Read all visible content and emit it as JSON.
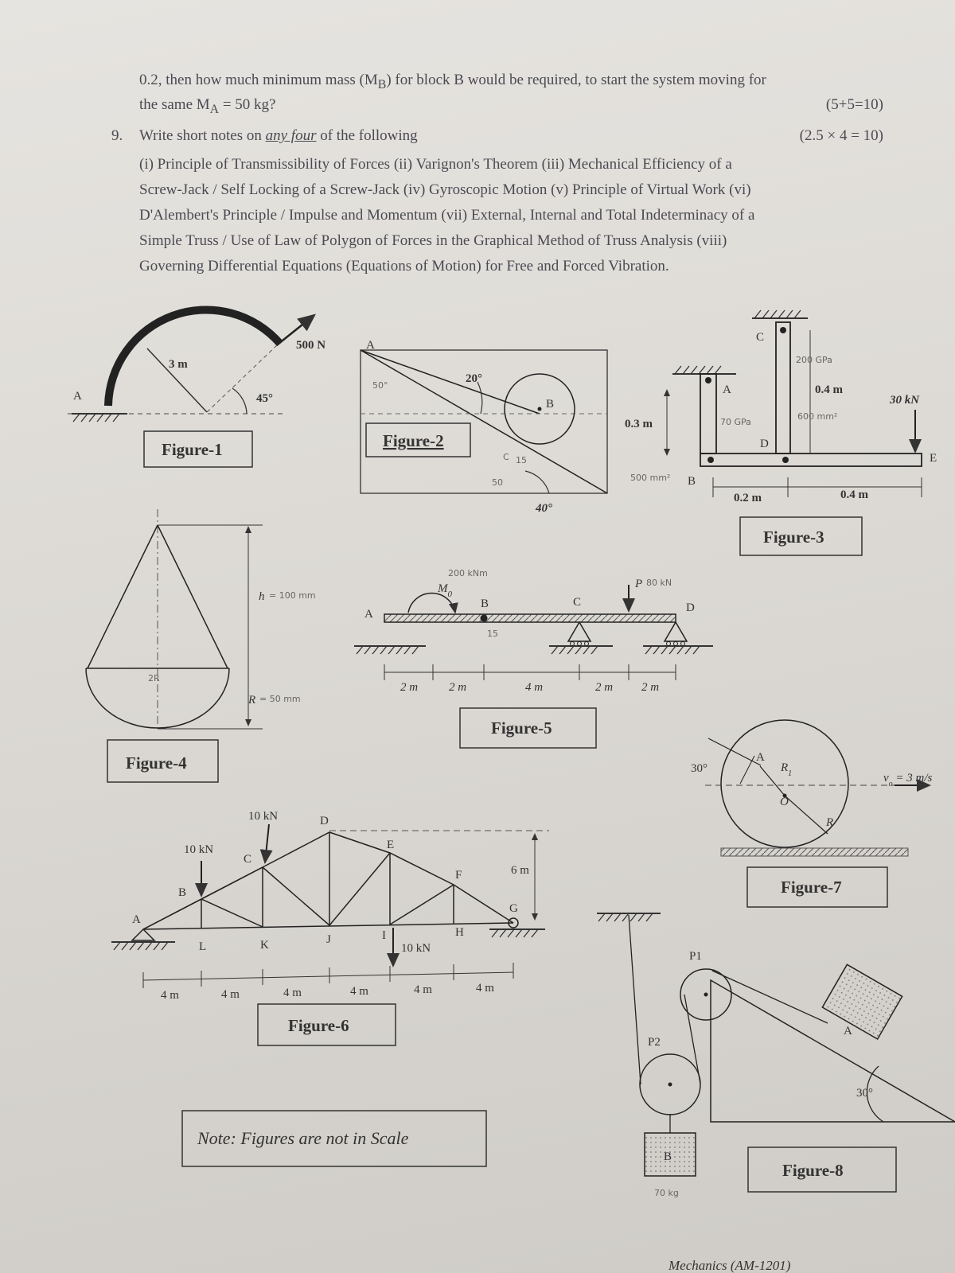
{
  "intro": {
    "line1": "0.2, then how much minimum mass (M",
    "line1_sub": "B",
    "line1_rest": ") for block B would be required, to start the system moving for",
    "line2": "the same M",
    "line2_sub": "A",
    "line2_rest": " = 50 kg?",
    "marks": "(5+5=10)"
  },
  "question9": {
    "number": "9.",
    "text": "Write short notes on",
    "emph": "any four",
    "text_rest": "of the following",
    "marks": "(2.5 × 4 = 10)",
    "items": [
      "(i) Principle of Transmissibility of Forces (ii) Varignon's Theorem (iii) Mechanical Efficiency of a",
      "Screw-Jack / Self Locking of a Screw-Jack (iv) Gyroscopic Motion (v) Principle of Virtual Work (vi)",
      "D'Alembert's Principle / Impulse and Momentum (vii) External, Internal and Total Indeterminacy of a",
      "Simple Truss / Use of Law of Polygon of Forces in the Graphical Method of Truss Analysis (viii)",
      "Governing Differential Equations (Equations of Motion) for Free and Forced Vibration."
    ]
  },
  "figure1": {
    "caption": "Figure-1",
    "point_a": "A",
    "radius": "3 m",
    "force": "500 N",
    "angle": "45°"
  },
  "figure2": {
    "caption": "Figure-2",
    "point_a": "A",
    "point_b": "B",
    "point_c": "C",
    "angle_top": "20°",
    "angle_bottom": "40°",
    "note_top": "50°",
    "note_c": "C",
    "note_15": "15",
    "note_50": "50"
  },
  "figure3": {
    "caption": "Figure-3",
    "point_a": "A",
    "point_b": "B",
    "point_c": "C",
    "point_d": "D",
    "point_e": "E",
    "dim_03": "0.3 m",
    "dim_04_top": "0.4 m",
    "dim_02": "0.2 m",
    "dim_04_bottom": "0.4 m",
    "load": "30 kN",
    "note_200": "200 GPa",
    "note_70": "70 GPa",
    "note_600": "600 mm²",
    "note_500": "500 mm²"
  },
  "figure4": {
    "caption": "Figure-4",
    "label_h": "h",
    "label_h_val": "= 100 mm",
    "label_2r": "2R",
    "label_r": "R",
    "label_r_val": "= 50 mm"
  },
  "figure5": {
    "caption": "Figure-5",
    "point_a": "A",
    "point_b": "B",
    "point_c": "C",
    "point_d": "D",
    "moment": "M",
    "moment_sub": "0",
    "moment_note": "200 kNm",
    "load": "P",
    "load_note": "80 kN",
    "note_15": "15",
    "dims": [
      "2 m",
      "2 m",
      "4 m",
      "2 m",
      "2 m"
    ]
  },
  "figure6": {
    "caption": "Figure-6",
    "nodes": [
      "A",
      "B",
      "C",
      "D",
      "E",
      "F",
      "G",
      "H",
      "I",
      "J",
      "K",
      "L"
    ],
    "load1": "10 kN",
    "load2": "10 kN",
    "load3": "10 kN",
    "height": "6 m",
    "dims": [
      "4 m",
      "4 m",
      "4 m",
      "4 m",
      "4 m",
      "4 m"
    ]
  },
  "figure7": {
    "caption": "Figure-7",
    "point_a": "A",
    "point_o": "O",
    "label_r1": "R",
    "label_r1_sub": "1",
    "label_r": "R",
    "angle": "30°",
    "velocity": "v",
    "velocity_sub": "o",
    "velocity_val": " = 3 m/s"
  },
  "figure8": {
    "caption": "Figure-8",
    "pulley1": "P1",
    "pulley2": "P2",
    "block_a": "A",
    "block_b": "B",
    "angle": "30°",
    "mass_note": "70 kg"
  },
  "note": "Note: Figures are not in Scale",
  "footer": "Mechanics (AM-1201)"
}
